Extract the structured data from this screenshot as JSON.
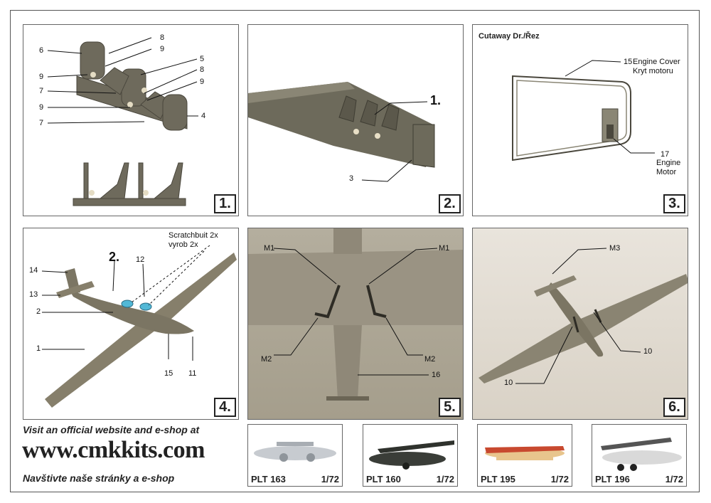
{
  "panels": [
    {
      "number": "1.",
      "labels": [
        "8",
        "9",
        "5",
        "8",
        "9",
        "6",
        "9",
        "7",
        "9",
        "7",
        "4"
      ]
    },
    {
      "number": "2.",
      "labels": [
        "1.",
        "3"
      ]
    },
    {
      "number": "3.",
      "title": "Cutaway Dr./Řez",
      "labels": [
        "15",
        "Engine Cover",
        "Kryt motoru",
        "17",
        "Engine",
        "Motor"
      ]
    },
    {
      "number": "4.",
      "labels": [
        "Scratchbuit 2x",
        "vyrob 2x",
        "2.",
        "12",
        "14",
        "13",
        "2",
        "1",
        "15",
        "11"
      ]
    },
    {
      "number": "5.",
      "labels": [
        "M1",
        "M1",
        "M2",
        "M2",
        "16"
      ]
    },
    {
      "number": "6.",
      "labels": [
        "M3",
        "10",
        "10"
      ]
    }
  ],
  "footer": {
    "visit_en": "Visit an official website and e-shop at",
    "url": "www.cmkkits.com",
    "visit_cz": "Navštivte naše stránky a e-shop"
  },
  "kits": [
    {
      "code": "PLT 163",
      "scale": "1/72"
    },
    {
      "code": "PLT 160",
      "scale": "1/72"
    },
    {
      "code": "PLT 195",
      "scale": "1/72"
    },
    {
      "code": "PLT 196",
      "scale": "1/72"
    }
  ]
}
